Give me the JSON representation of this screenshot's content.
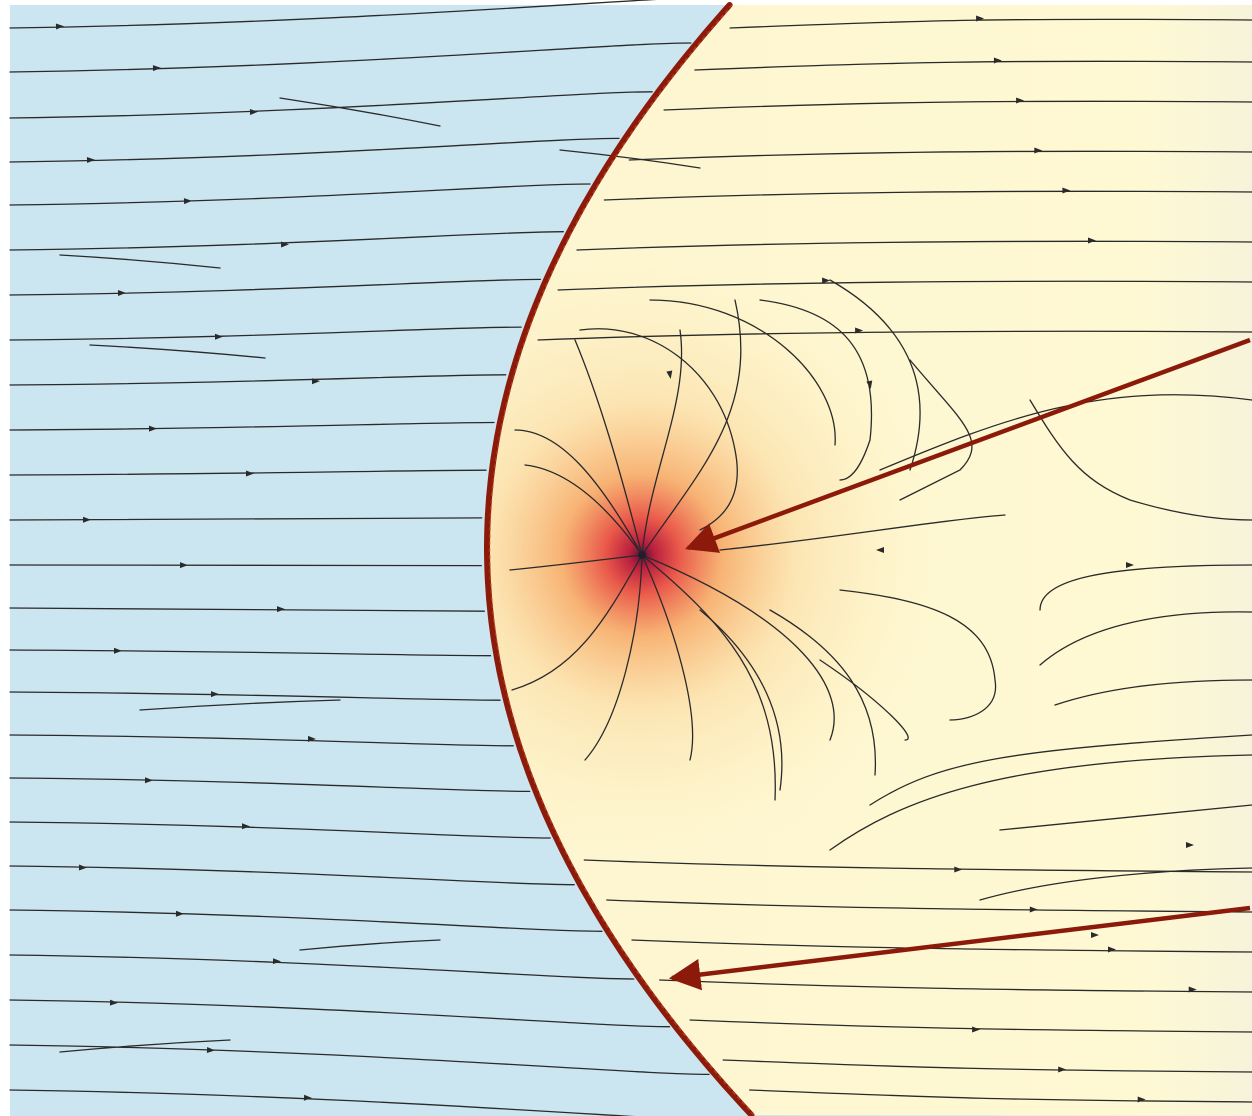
{
  "diagram": {
    "regions": [
      {
        "name": "upstream-flow-region",
        "color": "#cce6f1"
      },
      {
        "name": "downstream-region",
        "color": "#fdf7d2"
      }
    ],
    "boundary": {
      "name": "bow-shock-boundary",
      "color": "#8b1a0a"
    },
    "source": {
      "name": "point-source",
      "glow_colors": [
        "#6b1240",
        "#d8323a",
        "#f39a5c",
        "#fde2a0"
      ]
    },
    "arrows": [
      {
        "name": "arrow-to-source",
        "color": "#8b1a0a"
      },
      {
        "name": "arrow-to-boundary",
        "color": "#8b1a0a"
      }
    ],
    "streamline_color": "#2a2a2a"
  }
}
